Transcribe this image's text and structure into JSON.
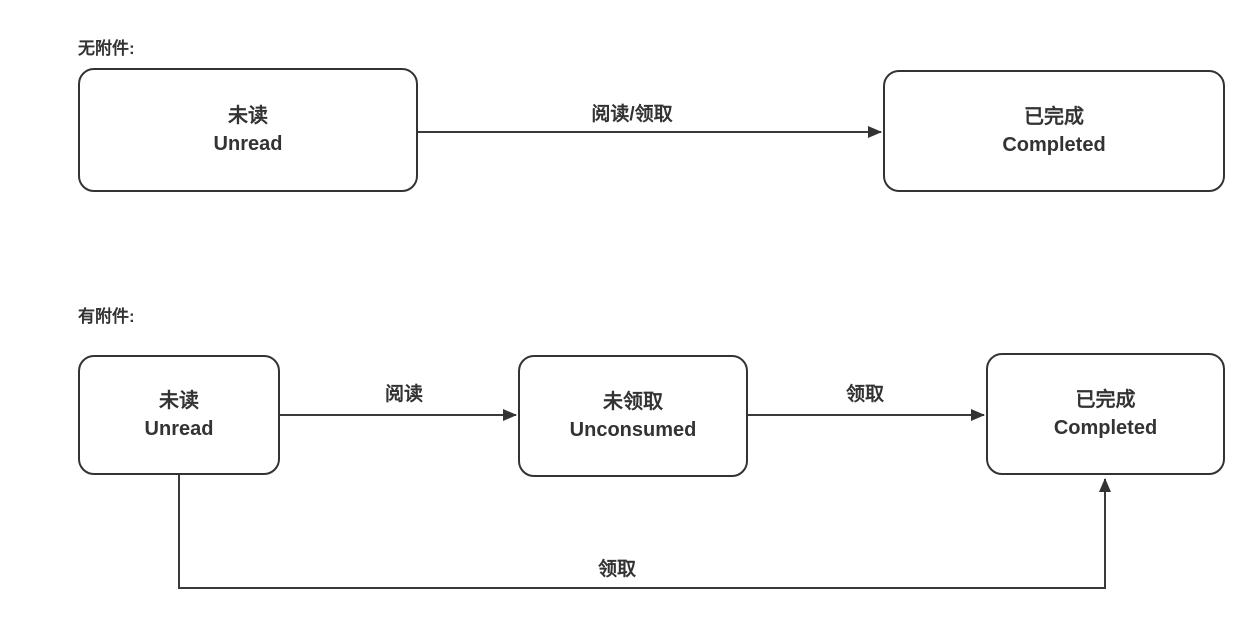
{
  "diagram": {
    "colors": {
      "stroke": "#3a3a3a",
      "text": "#333333",
      "background": "#ffffff"
    },
    "sections": [
      {
        "title": "无附件:",
        "nodes": [
          {
            "zh": "未读",
            "en": "Unread"
          },
          {
            "zh": "已完成",
            "en": "Completed"
          }
        ],
        "edges": [
          {
            "label": "阅读/领取",
            "from": "未读 Unread",
            "to": "已完成 Completed"
          }
        ]
      },
      {
        "title": "有附件:",
        "nodes": [
          {
            "zh": "未读",
            "en": "Unread"
          },
          {
            "zh": "未领取",
            "en": "Unconsumed"
          },
          {
            "zh": "已完成",
            "en": "Completed"
          }
        ],
        "edges": [
          {
            "label": "阅读",
            "from": "未读 Unread",
            "to": "未领取 Unconsumed"
          },
          {
            "label": "领取",
            "from": "未领取 Unconsumed",
            "to": "已完成 Completed"
          },
          {
            "label": "领取",
            "from": "未读 Unread",
            "to": "已完成 Completed"
          }
        ]
      }
    ]
  }
}
